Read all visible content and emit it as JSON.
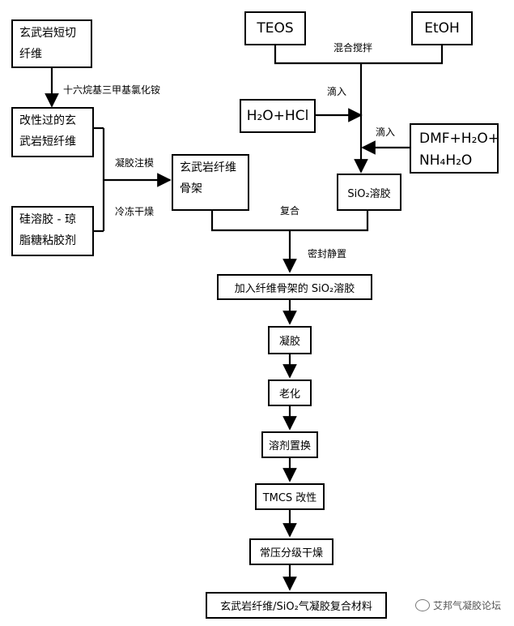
{
  "nodes": {
    "basalt_fiber": {
      "line1": "玄武岩短切",
      "line2": "纤维"
    },
    "modified_basalt": {
      "line1": "改性过的玄",
      "line2": "武岩短纤维"
    },
    "silica_sol_binder": {
      "line1": "硅溶胶 - 琼",
      "line2": "脂糖粘胶剂"
    },
    "fiber_skeleton": {
      "line1": "玄武岩纤维",
      "line2": "骨架"
    },
    "teos": "TEOS",
    "etoh": "EtOH",
    "h2o_hcl": "H₂O+HCl",
    "dmf": {
      "line1": "DMF+H₂O+",
      "line2": "NH₄H₂O"
    },
    "sio2_sol": "SiO₂溶胶",
    "sol_with_skeleton": "加入纤维骨架的 SiO₂溶胶",
    "gel": "凝胶",
    "aging": "老化",
    "solvent_exchange": "溶剂置换",
    "tmcs": "TMCS 改性",
    "drying": "常压分级干燥",
    "composite": "玄武岩纤维/SiO₂气凝胶复合材料"
  },
  "edge_labels": {
    "ctab": "十六烷基三甲基氯化铵",
    "gel_casting": "凝胶注模",
    "freeze_dry": "冷冻干燥",
    "mix_stir": "混合搅拌",
    "drip1": "滴入",
    "drip2": "滴入",
    "combine": "复合",
    "seal_rest": "密封静置"
  },
  "watermark": "艾邦气凝胶论坛"
}
